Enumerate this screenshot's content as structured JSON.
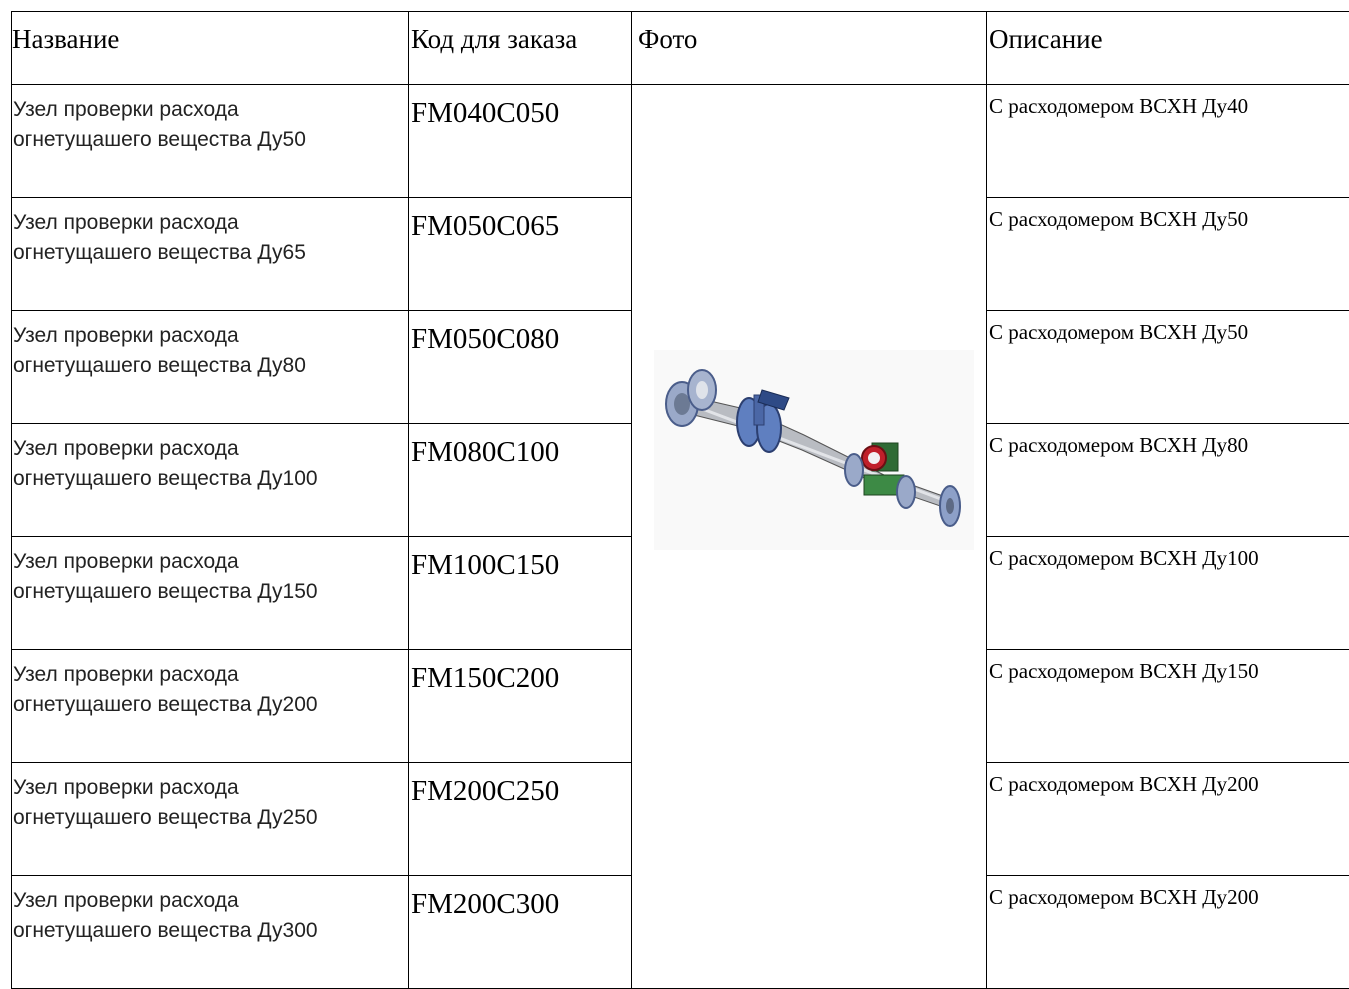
{
  "header": {
    "name": "Название",
    "code": "Код для заказа",
    "photo": "Фото",
    "description": "Описание"
  },
  "rows": [
    {
      "name_line1": "Узел проверки расхода",
      "name_line2": "огнетущашего вещества Ду50",
      "code": "FM040C050",
      "description": "С расходомером ВСХН Ду40"
    },
    {
      "name_line1": "Узел проверки расхода",
      "name_line2": "огнетущашего вещества Ду65",
      "code": "FM050C065",
      "description": "С расходомером ВСХН Ду50"
    },
    {
      "name_line1": "Узел проверки расхода",
      "name_line2": "огнетущашего вещества Ду80",
      "code": "FM050C080",
      "description": "С расходомером ВСХН Ду50"
    },
    {
      "name_line1": "Узел проверки расхода",
      "name_line2": "огнетущашего вещества Ду100",
      "code": "FM080C100",
      "description": "С расходомером ВСХН Ду80"
    },
    {
      "name_line1": "Узел проверки расхода",
      "name_line2": "огнетущашего вещества Ду150",
      "code": "FM100C150",
      "description": "С расходомером ВСХН Ду100"
    },
    {
      "name_line1": "Узел проверки расхода",
      "name_line2": "огнетущашего вещества Ду200",
      "code": "FM150C200",
      "description": "С расходомером ВСХН Ду150"
    },
    {
      "name_line1": "Узел проверки расхода",
      "name_line2": "огнетущашего вещества Ду250",
      "code": "FM200C250",
      "description": "С расходомером ВСХН Ду200"
    },
    {
      "name_line1": "Узел проверки расхода",
      "name_line2": "огнетущашего вещества Ду300",
      "code": "FM200C300",
      "description": "С расходомером ВСХН Ду200"
    }
  ],
  "photo_icon": "flow-meter-assembly-icon"
}
